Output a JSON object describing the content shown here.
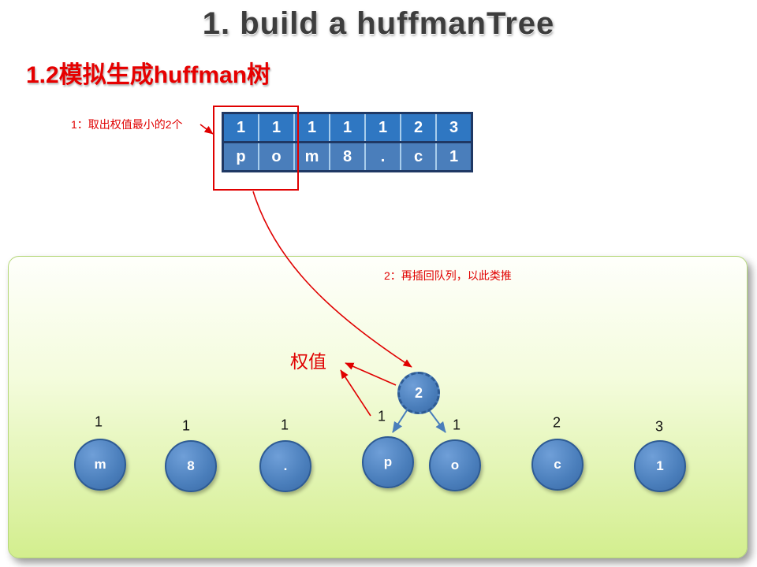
{
  "title": "1. build a huffmanTree",
  "subtitle": "1.2模拟生成huffman树",
  "annotations": {
    "step1": "1：取出权值最小的2个",
    "step2": "2：再插回队列，以此类推",
    "weight_label": "权值"
  },
  "queue_table": {
    "weights": [
      "1",
      "1",
      "1",
      "1",
      "1",
      "2",
      "3"
    ],
    "chars": [
      "p",
      "o",
      "m",
      "8",
      ".",
      "c",
      "1"
    ]
  },
  "merged_node": {
    "label": "2"
  },
  "leaf_nodes": [
    {
      "char": "m",
      "weight": "1"
    },
    {
      "char": "8",
      "weight": "1"
    },
    {
      "char": ".",
      "weight": "1"
    },
    {
      "char": "p",
      "weight": "1"
    },
    {
      "char": "o",
      "weight": "1"
    },
    {
      "char": "c",
      "weight": "2"
    },
    {
      "char": "1",
      "weight": "3"
    }
  ],
  "colors": {
    "accent_red": "#e00000",
    "node_blue": "#4a7ebb",
    "table_border": "#1f3864",
    "panel_green": "#d3ee8e"
  }
}
